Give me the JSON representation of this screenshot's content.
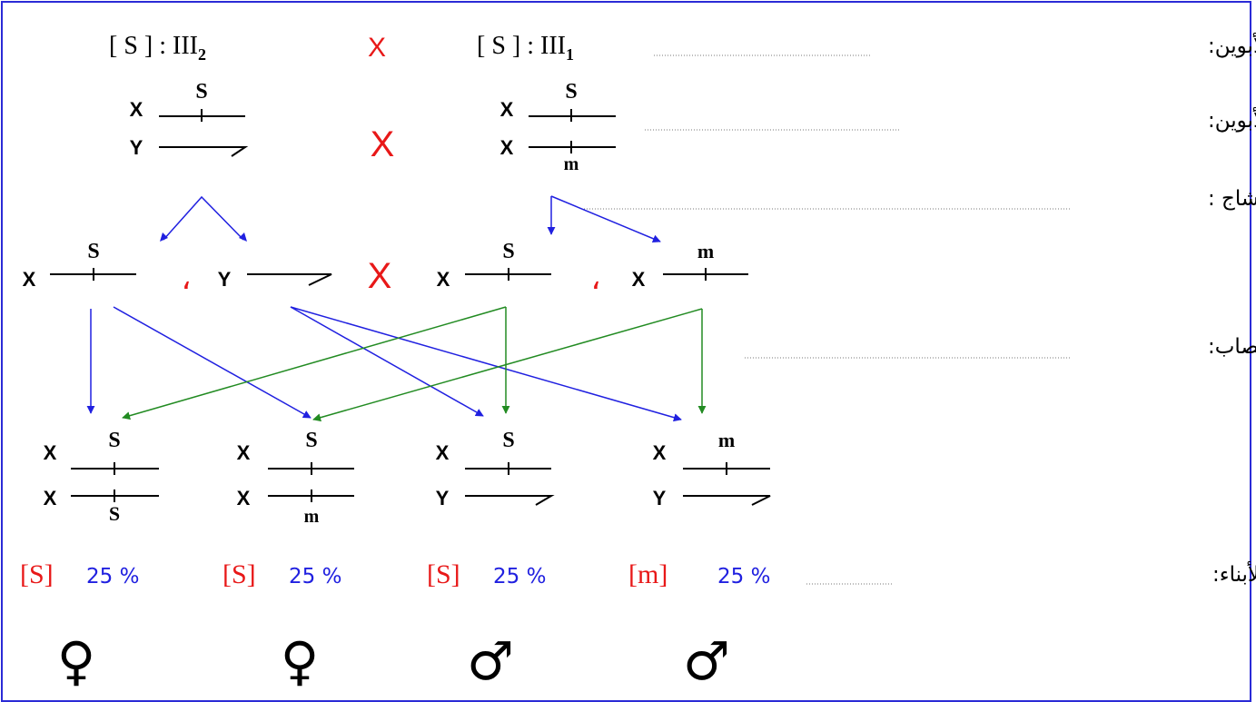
{
  "labels": {
    "parents_phenotypes": "المظاهر الخارجية للأبوين:",
    "parents_genotypes": "الأنماط الوراثية للأبوين:",
    "gametes": "الأمشاج :",
    "fertilization": "الإخصاب:",
    "offspring_phenotypes": "المظاهر الخارجية للأبناء:"
  },
  "cross_symbol": "X",
  "separator": "،",
  "parents": {
    "left_phenotype": "[ S ] : III",
    "left_index": "2",
    "right_phenotype": "[ S ] : III",
    "right_index": "1"
  },
  "alleles": {
    "S": "S",
    "m": "m"
  },
  "chromosomes": {
    "X": "X",
    "Y": "Y"
  },
  "offspring": [
    {
      "phenotype": "[S]",
      "percent": "25 %",
      "sex_symbol": "♀"
    },
    {
      "phenotype": "[S]",
      "percent": "25 %",
      "sex_symbol": "♀"
    },
    {
      "phenotype": "[S]",
      "percent": "25 %",
      "sex_symbol": "♂"
    },
    {
      "phenotype": "[m]",
      "percent": "25 %",
      "sex_symbol": "♂"
    }
  ],
  "colors": {
    "frame": "#2b2bd6",
    "cross": "#e81818",
    "male_arrows": "#2020e0",
    "female_arrows": "#228b22",
    "percent": "#2020e0",
    "phenotype": "#e81818"
  }
}
